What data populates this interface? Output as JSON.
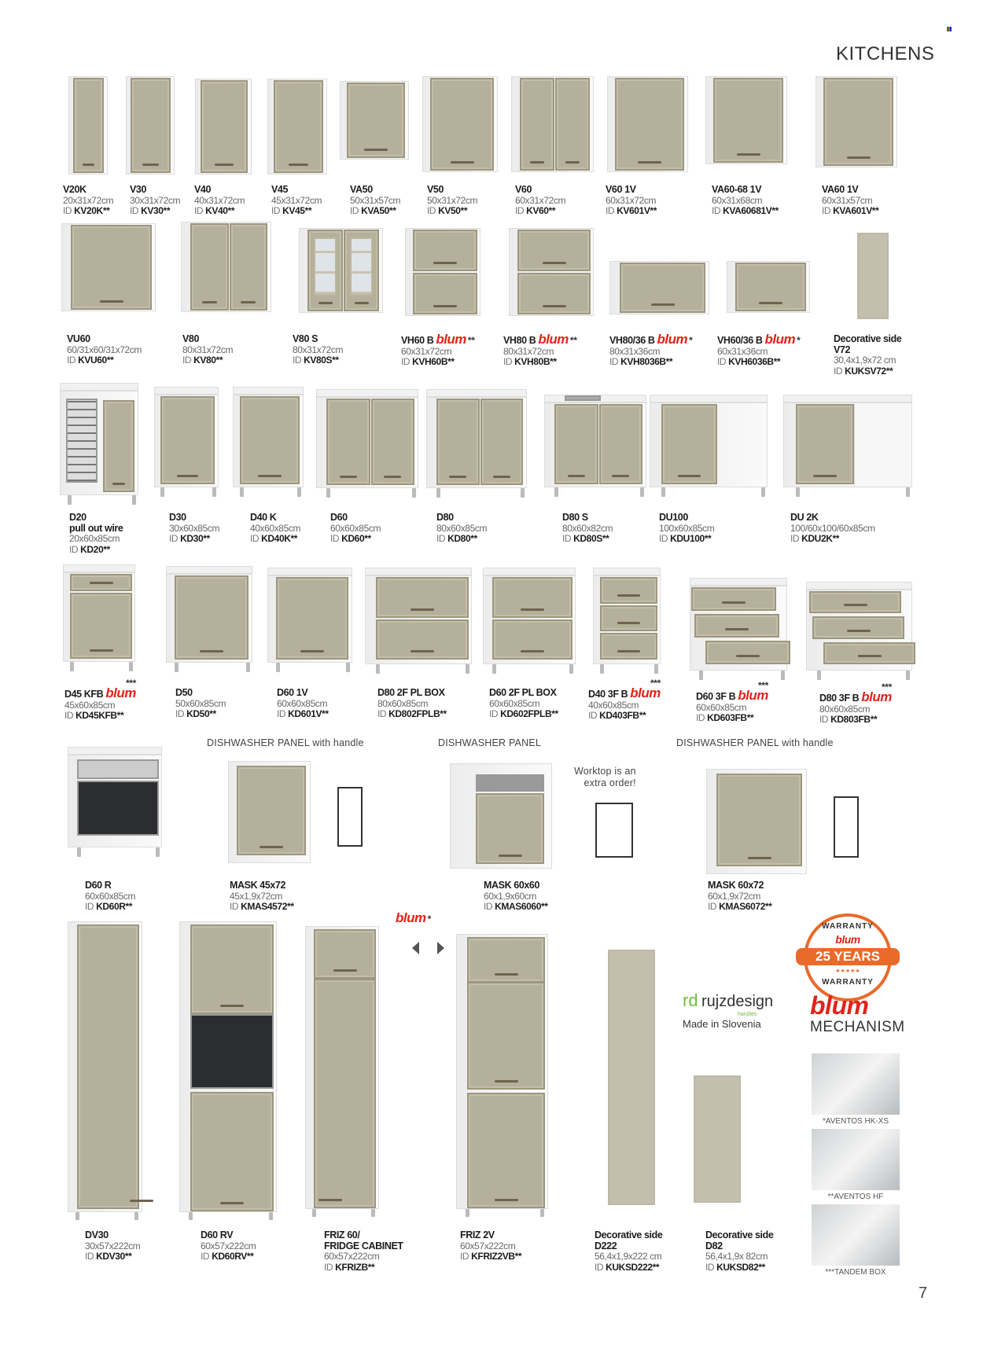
{
  "page": {
    "section_title": "KITCHENS",
    "page_number": "7"
  },
  "colors": {
    "door": "#b5b09b",
    "blum_red": "#e2231a",
    "warranty_orange": "#ea6a2a",
    "rujz_green": "#6cbf3a"
  },
  "items": [
    {
      "code": "V20K",
      "dims": "20x31x72cm",
      "id": "KV20K**"
    },
    {
      "code": "V30",
      "dims": "30x31x72cm",
      "id": "KV30**"
    },
    {
      "code": "V40",
      "dims": "40x31x72cm",
      "id": "KV40**"
    },
    {
      "code": "V45",
      "dims": "45x31x72cm",
      "id": "KV45**"
    },
    {
      "code": "VA50",
      "dims": "50x31x57cm",
      "id": "KVA50**"
    },
    {
      "code": "V50",
      "dims": "50x31x72cm",
      "id": "KV50**"
    },
    {
      "code": "V60",
      "dims": "60x31x72cm",
      "id": "KV60**"
    },
    {
      "code": "V60 1V",
      "dims": "60x31x72cm",
      "id": "KV601V**"
    },
    {
      "code": "VA60-68 1V",
      "dims": "60x31x68cm",
      "id": "KVA60681V**"
    },
    {
      "code": "VA60 1V",
      "dims": "60x31x57cm",
      "id": "KVA601V**"
    },
    {
      "code": "VU60",
      "dims": "60/31x60/31x72cm",
      "id": "KVU60**"
    },
    {
      "code": "V80",
      "dims": "80x31x72cm",
      "id": "KV80**"
    },
    {
      "code": "V80 S",
      "dims": "80x31x72cm",
      "id": "KV80S**"
    },
    {
      "code": "VH60 B",
      "blum": "blum",
      "stars": "**",
      "dims": "60x31x72cm",
      "id": "KVH60B**"
    },
    {
      "code": "VH80 B",
      "blum": "blum",
      "stars": "**",
      "dims": "80x31x72cm",
      "id": "KVH80B**"
    },
    {
      "code": "VH80/36 B",
      "blum": "blum",
      "stars": "*",
      "dims": "80x31x36cm",
      "id": "KVH8036B**"
    },
    {
      "code": "VH60/36 B",
      "blum": "blum",
      "stars": "*",
      "dims": "60x31x36cm",
      "id": "KVH6036B**"
    },
    {
      "code": "Decorative side",
      "sub": "V72",
      "dims": "30,4x1,9x72 cm",
      "id": "KUKSV72**"
    },
    {
      "code": "D20",
      "sub": "pull out wire",
      "dims": "20x60x85cm",
      "id": "KD20**"
    },
    {
      "code": "D30",
      "dims": "30x60x85cm",
      "id": "KD30**"
    },
    {
      "code": "D40 K",
      "dims": "40x60x85cm",
      "id": "KD40K**"
    },
    {
      "code": "D60",
      "dims": "60x60x85cm",
      "id": "KD60**"
    },
    {
      "code": "D80",
      "dims": "80x60x85cm",
      "id": "KD80**"
    },
    {
      "code": "D80 S",
      "dims": "80x60x82cm",
      "id": "KD80S**"
    },
    {
      "code": "DU100",
      "dims": "100x60x85cm",
      "id": "KDU100**"
    },
    {
      "code": "DU 2K",
      "dims": "100/60x100/60x85cm",
      "id": "KDU2K**"
    },
    {
      "code": "D45 KFB",
      "blum": "blum",
      "stars": "***",
      "dims": "45x60x85cm",
      "id": "KD45KFB**"
    },
    {
      "code": "D50",
      "dims": "50x60x85cm",
      "id": "KD50**"
    },
    {
      "code": "D60 1V",
      "dims": "60x60x85cm",
      "id": "KD601V**"
    },
    {
      "code": "D80 2F PL BOX",
      "dims": "80x60x85cm",
      "id": "KD802FPLB**"
    },
    {
      "code": "D60 2F PL BOX",
      "dims": "60x60x85cm",
      "id": "KD602FPLB**"
    },
    {
      "code": "D40 3F B",
      "blum": "blum",
      "stars": "***",
      "dims": "40x60x85cm",
      "id": "KD403FB**"
    },
    {
      "code": "D60 3F B",
      "blum": "blum",
      "stars": "***",
      "dims": "60x60x85cm",
      "id": "KD603FB**"
    },
    {
      "code": "D80 3F B",
      "blum": "blum",
      "stars": "***",
      "dims": "80x60x85cm",
      "id": "KD803FB**"
    },
    {
      "code": "D60 R",
      "dims": "60x60x85cm",
      "id": "KD60R**"
    },
    {
      "code": "MASK 45x72",
      "dims": "45x1,9x72cm",
      "id": "KMAS4572**"
    },
    {
      "code": "MASK 60x60",
      "dims": "60x1,9x60cm",
      "id": "KMAS6060**"
    },
    {
      "code": "MASK 60x72",
      "dims": "60x1,9x72cm",
      "id": "KMAS6072**"
    },
    {
      "code": "DV30",
      "dims": "30x57x222cm",
      "id": "KDV30**"
    },
    {
      "code": "D60 RV",
      "dims": "60x57x222cm",
      "id": "KD60RV**"
    },
    {
      "code": "FRIZ 60/",
      "sub": "FRIDGE CABINET",
      "dims": "60x57x222cm",
      "id": "KFRIZB**"
    },
    {
      "code": "FRIZ 2V",
      "dims": "60x57x222cm",
      "id": "KFRIZ2VB**"
    },
    {
      "code": "Decorative side",
      "sub": "D222",
      "dims": "56,4x1,9x222 cm",
      "id": "KUKSD222**"
    },
    {
      "code": "Decorative side",
      "sub": "D82",
      "dims": "56,4x1,9x 82cm",
      "id": "KUKSD82**"
    }
  ],
  "id_prefix": "ID ",
  "headings": {
    "dishwasher_handle_1": "DISHWASHER PANEL with handle",
    "dishwasher": "DISHWASHER PANEL",
    "dishwasher_handle_2": "DISHWASHER PANEL with handle",
    "worktop_note_1": "Worktop is an",
    "worktop_note_2": "extra order!"
  },
  "tall_blum": {
    "logo": "blum",
    "stars": "*"
  },
  "warranty": {
    "top": "WARRANTY",
    "brand": "blum",
    "years": "25 YEARS",
    "stars": "★★★★★",
    "bottom": "WARRANTY"
  },
  "rujz": {
    "mark": "rd",
    "name": "rujzdesign",
    "tag": "handles",
    "made_in": "Made in Slovenia"
  },
  "blum_mechanism": {
    "logo": "blum",
    "label": "MECHANISM"
  },
  "mechanisms": [
    {
      "caption": "*AVENTOS HK-XS"
    },
    {
      "caption": "**AVENTOS HF"
    },
    {
      "caption": "***TANDEM BOX"
    }
  ]
}
